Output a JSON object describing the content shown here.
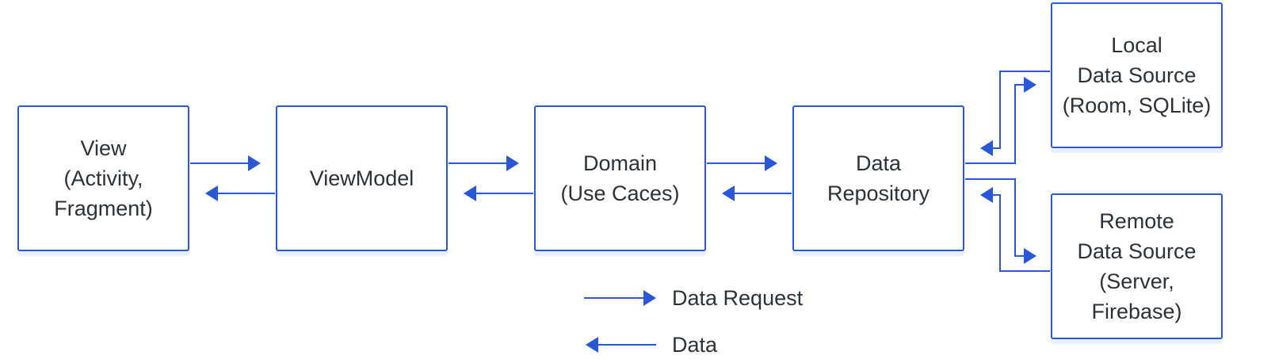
{
  "nodes": {
    "view": {
      "label": "View\n(Activity,\nFragment)"
    },
    "viewmodel": {
      "label": "ViewModel"
    },
    "domain": {
      "label": "Domain\n(Use Caces)"
    },
    "repository": {
      "label": "Data\nRepository"
    },
    "local": {
      "label": "Local\nData Source\n(Room, SQLite)"
    },
    "remote": {
      "label": "Remote\nData Source\n(Server,\nFirebase)"
    }
  },
  "legend": {
    "request": {
      "label": "Data Request",
      "symbol": "right-arrow"
    },
    "data": {
      "label": "Data",
      "symbol": "left-arrow"
    }
  },
  "edges": [
    {
      "from": "view",
      "to": "viewmodel",
      "kind": "request"
    },
    {
      "from": "viewmodel",
      "to": "view",
      "kind": "data"
    },
    {
      "from": "viewmodel",
      "to": "domain",
      "kind": "request"
    },
    {
      "from": "domain",
      "to": "viewmodel",
      "kind": "data"
    },
    {
      "from": "domain",
      "to": "repository",
      "kind": "request"
    },
    {
      "from": "repository",
      "to": "domain",
      "kind": "data"
    },
    {
      "from": "repository",
      "to": "local",
      "kind": "request"
    },
    {
      "from": "local",
      "to": "repository",
      "kind": "data"
    },
    {
      "from": "repository",
      "to": "remote",
      "kind": "request"
    },
    {
      "from": "remote",
      "to": "repository",
      "kind": "data"
    }
  ],
  "colors": {
    "accent": "#2a57d6",
    "text": "#2d3236",
    "shadow": "#eaf0fb"
  }
}
